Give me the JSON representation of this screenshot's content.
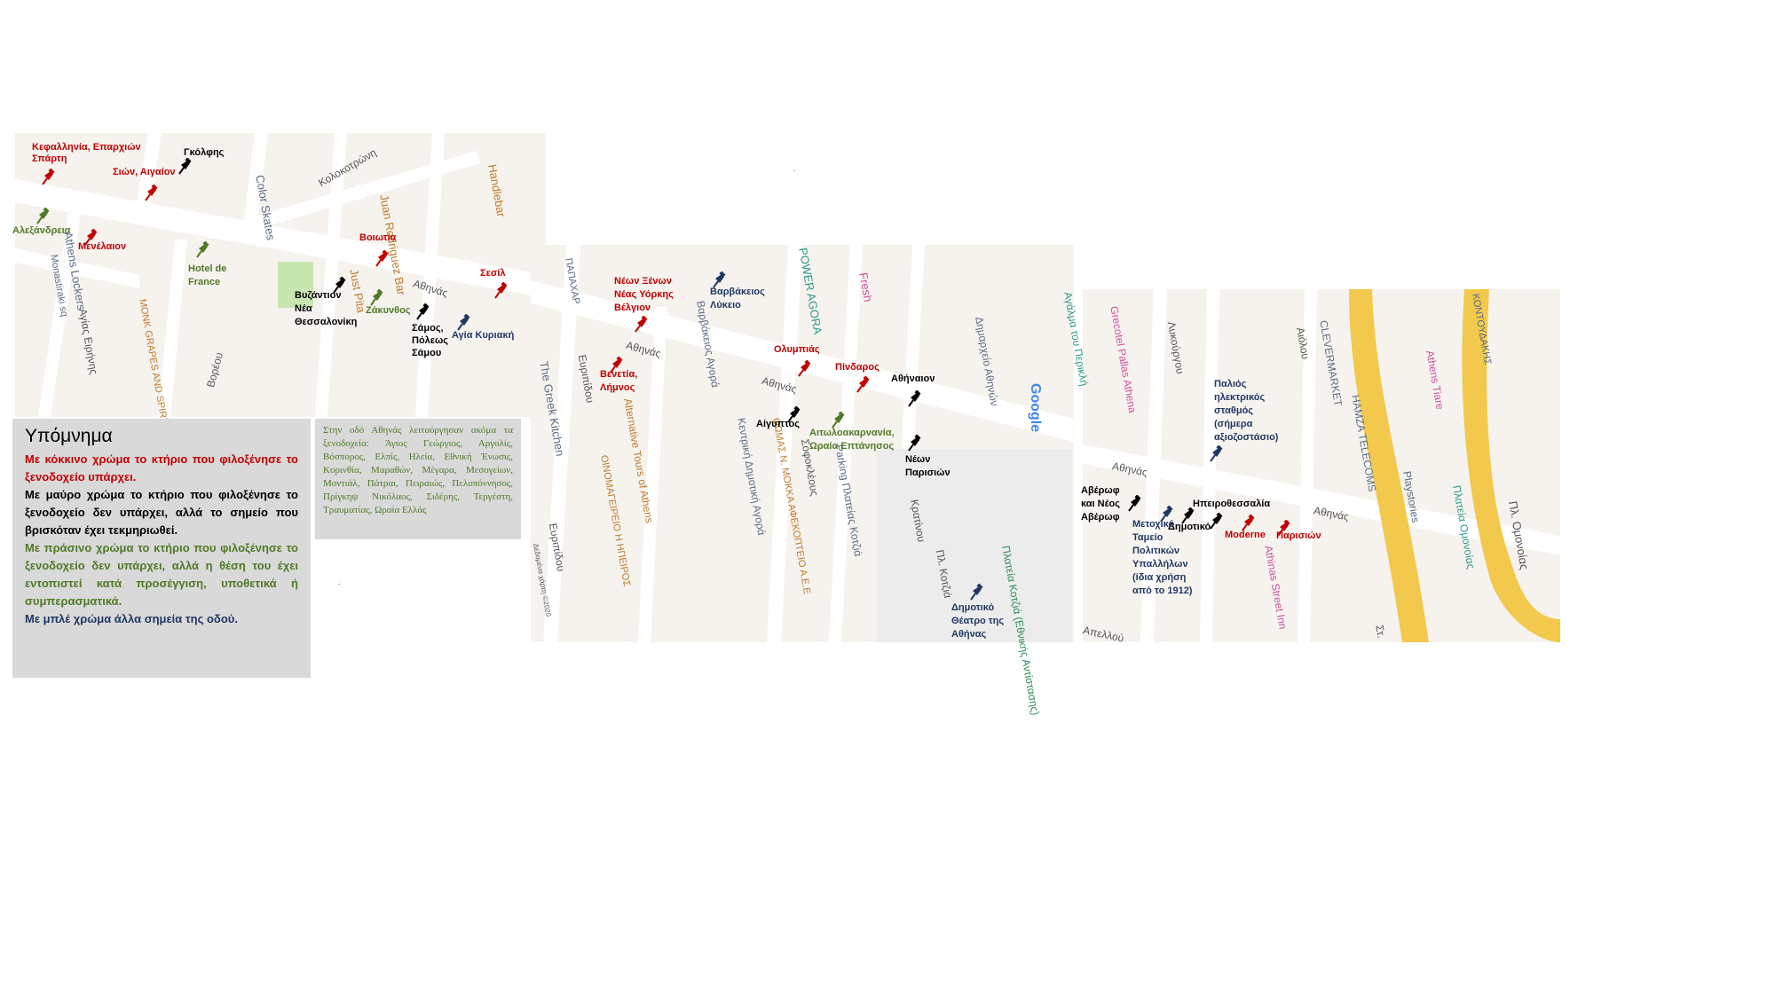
{
  "legend": {
    "title": "Υπόμνημα",
    "red": "Με κόκκινο χρώμα το κτήριο που φιλοξένησε το ξενοδοχείο υπάρχει.",
    "black": "Με μαύρο χρώμα το κτήριο που φιλοξένησε το ξενοδοχείο δεν υπάρχει, αλλά το σημείο που βρισκόταν έχει τεκμηριωθεί.",
    "green": "Με πράσινο χρώμα το κτήριο που φιλοξένησε το ξενοδοχείο δεν υπάρχει, αλλά η θέση του έχει εντοπιστεί κατά προσέγγιση, υποθετικά ή συμπερασματικά.",
    "blue": "Με μπλέ χρώμα άλλα σημεία της οδού."
  },
  "note": "Στην οδό Αθηνάς λειτούργησαν ακόμα τα ξενοδοχεία: Άγιος Γεώργιος, Αργολίς, Βόσπορος, Ελπίς, Ηλεία, Εθνική Ένωσις, Κορινθία, Μαραθών, Μέγαρα, Μεσογείων, Μοντιάλ, Πάτραι, Πειραιώς, Πελοπόννησος, Πρίγκηψ Νικόλαος, Σιδέρης, Τεργέστη, Τραυματίας, Ωραία Ελλάς",
  "colors": {
    "red": "#c00000",
    "black": "#000000",
    "green": "#4f7a28",
    "blue": "#203864",
    "legend_bg": "#d9d9d9",
    "road_major": "#f2c94c"
  },
  "streets": [
    "Αθηνάς",
    "Αθηνάς",
    "Αθηνάς",
    "Αθηνάς",
    "Αθηνάς",
    "Κολοκοτρώνη",
    "Αγίας Ειρήνης",
    "Βορέου",
    "Ευριπίδου",
    "Ευριπίδου",
    "Σοφοκλέους",
    "Κρατίνου",
    "Πλ. Κοτζιά",
    "Απελλού",
    "Λυκούργου",
    "Αιόλου",
    "Πλ. Ομονοίας",
    "Στ."
  ],
  "pois": [
    "Color Skates",
    "Handlebar",
    "Athens Lockers",
    "Monastiraki sq",
    "MONK GRAPES AND SPIRITS",
    "Juan Rodriguez Bar",
    "Just Pita",
    "ΠΑΠΑΧΑΡ",
    "The Greek Kitchen",
    "Alternative Tours of Athens",
    "ΟΙΝΟΜΑΓΕΙΡΕΙΟ Η ΗΠΕΙΡΟΣ",
    "Βαρβάκειος Αγορά",
    "POWER AGORA",
    "Κεντρική Δημοτική Αγορά",
    "ΘΩΜΑΣ Ν. ΜΟΚΚΑ ΑΦΕΚΟΠΤΕΙΟ Α.Ε.Ε",
    "Parking Πλατείας Κοτζιά",
    "Fresh",
    "Δημαρχείο Αθηνών",
    "Πλατεία Κοτζιά (Εθνικής Αντίστασης)",
    "Google",
    "Grecotel Pallas Athena",
    "Αγάλμα του Περικλή",
    "CLEVERMARKET",
    "HAMZA TELECOMS",
    "Playstories",
    "Athinas Street Inn",
    "Πλατεία Ομονοίας",
    "Athens Tiare",
    "ΚΟΝΤΟΥΔΑΚΗΣ",
    "Δεδομένα χάρτη ©2020"
  ],
  "pins": {
    "red": [
      "Κεφαλληνία, Επαρχιών Σπάρτη",
      "Σιών, Αιγαίον",
      "Μενέλαιον",
      "Βοιωτία",
      "Σεσίλ",
      "Νέων Ξένων Νέας Υόρκης Βέλγιον",
      "Ολυμπιάς",
      "Πίνδαρος",
      "Βενετία, Λήμνος",
      "Moderne",
      "Παρισιών"
    ],
    "black": [
      "Γκόλφης",
      "Βυζάντιον Νέα Θεσσαλονίκη",
      "Σάμος, Πόλεως Σάμου",
      "Αθήναιον",
      "Αίγυπτος",
      "Νέων Παρισιών",
      "Αβέρωφ και Νέος Αβέρωφ",
      "Δημοτικό",
      "Ηπειροθεσσαλία"
    ],
    "green": [
      "Αλεξάνδρεια",
      "Hotel de France",
      "Ζάκυνθος",
      "Αιτωλοακαρνανία, Ωραία Επτάνησος"
    ],
    "blue": [
      "Αγία Κυριακή",
      "Βαρβάκειος Λύκειο",
      "Δημοτικό Θέατρο της Αθήνας",
      "Μετοχικό Ταμείο Πολιτικών Υπαλλήλων (ίδια χρήση από το 1912)",
      "Παλιός ηλεκτρικός σταθμός (σήμερα αξιοζοστάσιο)"
    ]
  }
}
